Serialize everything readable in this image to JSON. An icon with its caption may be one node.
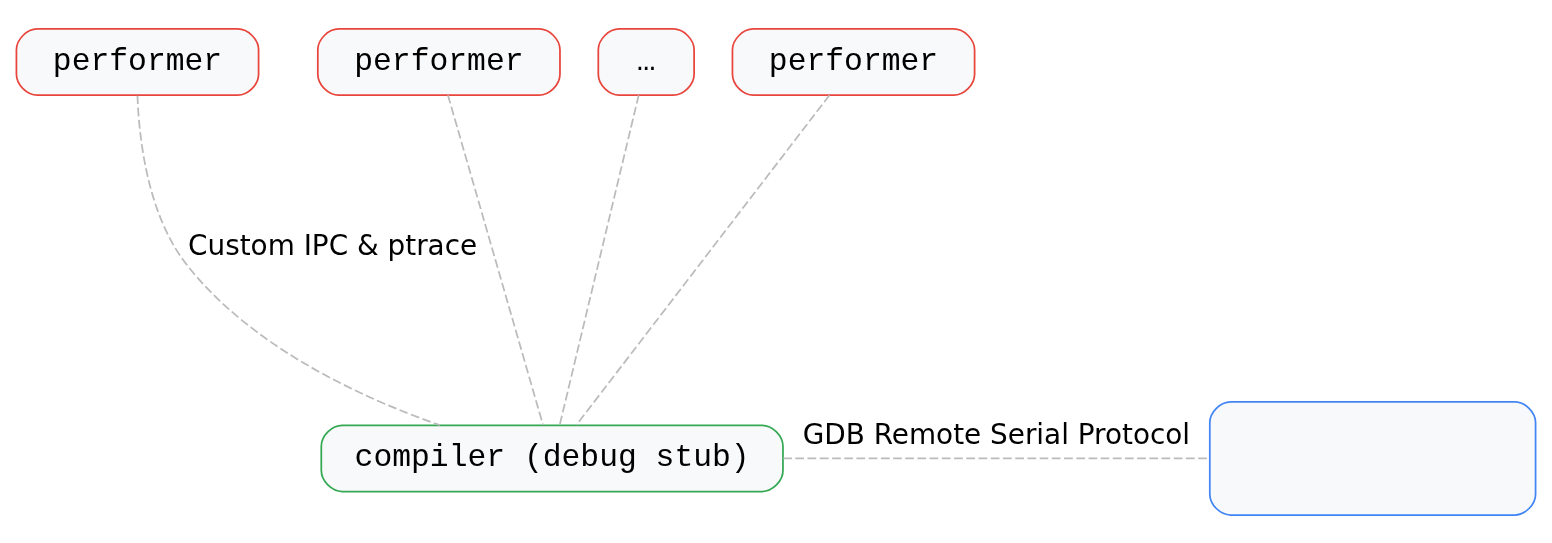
{
  "diagram": {
    "nodes": [
      {
        "text": [
          "performer"
        ]
      },
      {
        "text": [
          "performer"
        ]
      },
      {
        "text": [
          "…"
        ]
      },
      {
        "text": [
          "performer"
        ]
      },
      {
        "text": [
          "compiler (debug stub)"
        ]
      },
      {
        "text": [],
        "shape": "box"
      }
    ],
    "edges": [
      {
        "from": 0,
        "to": 4,
        "arrow": "none",
        "label": "Custom IPC & ptrace",
        "style": "dashed"
      },
      {
        "from": 1,
        "to": 4,
        "arrow": "none",
        "style": "dashed"
      },
      {
        "from": 2,
        "to": 4,
        "arrow": "none",
        "style": "dashed"
      },
      {
        "from": 3,
        "to": 4,
        "arrow": "none",
        "style": "dashed"
      },
      {
        "from": 4,
        "to": 5,
        "arrow": "none",
        "label": "GDB Remote Serial Protocol",
        "style": "dashed"
      }
    ]
  }
}
